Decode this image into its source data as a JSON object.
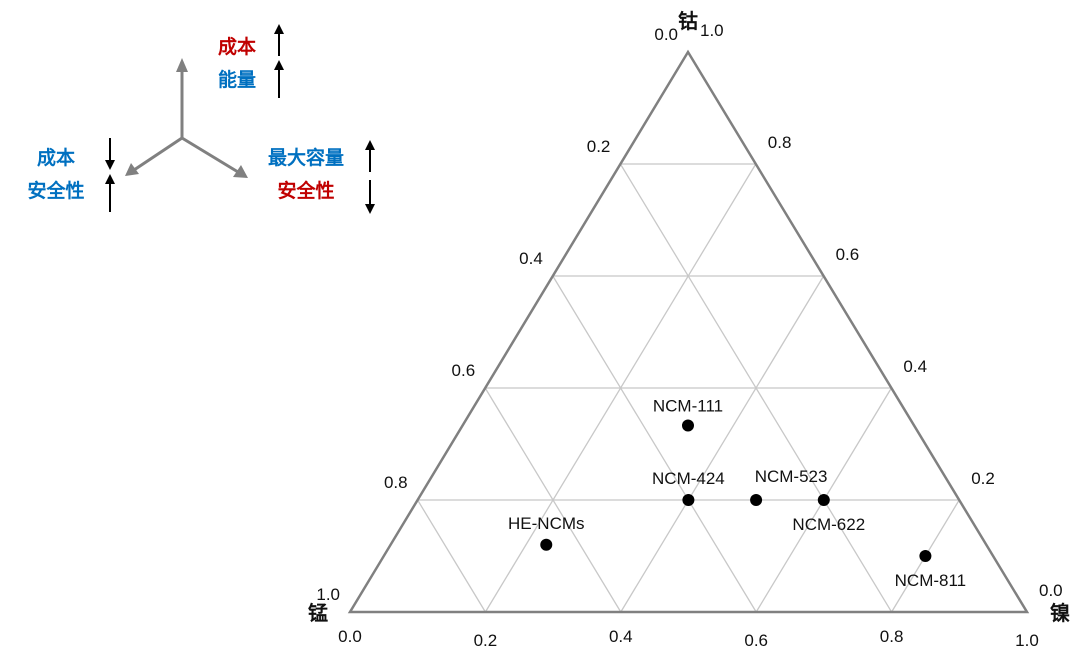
{
  "legend": {
    "up": [
      {
        "text": "成本",
        "color": "#c00000",
        "arrow": "up"
      },
      {
        "text": "能量",
        "color": "#0070c0",
        "arrow": "up"
      }
    ],
    "left": [
      {
        "text": "成本",
        "color": "#0070c0",
        "arrow": "down"
      },
      {
        "text": "安全性",
        "color": "#0070c0",
        "arrow": "up"
      }
    ],
    "right": [
      {
        "text": "最大容量",
        "color": "#0070c0",
        "arrow": "up"
      },
      {
        "text": "安全性",
        "color": "#c00000",
        "arrow": "down"
      }
    ],
    "axis_color": "#808080"
  },
  "chart_data": {
    "type": "ternary-scatter",
    "vertices": {
      "top": "钴",
      "left": "锰",
      "right": "镍"
    },
    "ticks": {
      "bottom": [
        "0.0",
        "0.2",
        "0.4",
        "0.6",
        "0.8",
        "1.0"
      ],
      "left": [
        "1.0",
        "0.8",
        "0.6",
        "0.4",
        "0.2",
        "0.0"
      ],
      "right": [
        "0.0",
        "0.2",
        "0.4",
        "0.6",
        "0.8",
        "1.0"
      ]
    },
    "grid": true,
    "grid_step": 0.2,
    "points": [
      {
        "label": "NCM-111",
        "ni": 0.333,
        "mn": 0.333,
        "co": 0.333,
        "label_pos": "above"
      },
      {
        "label": "NCM-424",
        "ni": 0.4,
        "mn": 0.4,
        "co": 0.2,
        "label_pos": "above"
      },
      {
        "label": "NCM-523",
        "ni": 0.5,
        "mn": 0.3,
        "co": 0.2,
        "label_pos": "above-right"
      },
      {
        "label": "NCM-622",
        "ni": 0.6,
        "mn": 0.2,
        "co": 0.2,
        "label_pos": "below"
      },
      {
        "label": "NCM-811",
        "ni": 0.8,
        "mn": 0.1,
        "co": 0.1,
        "label_pos": "below"
      },
      {
        "label": "HE-NCMs",
        "ni": 0.23,
        "mn": 0.65,
        "co": 0.12,
        "label_pos": "above"
      }
    ]
  }
}
